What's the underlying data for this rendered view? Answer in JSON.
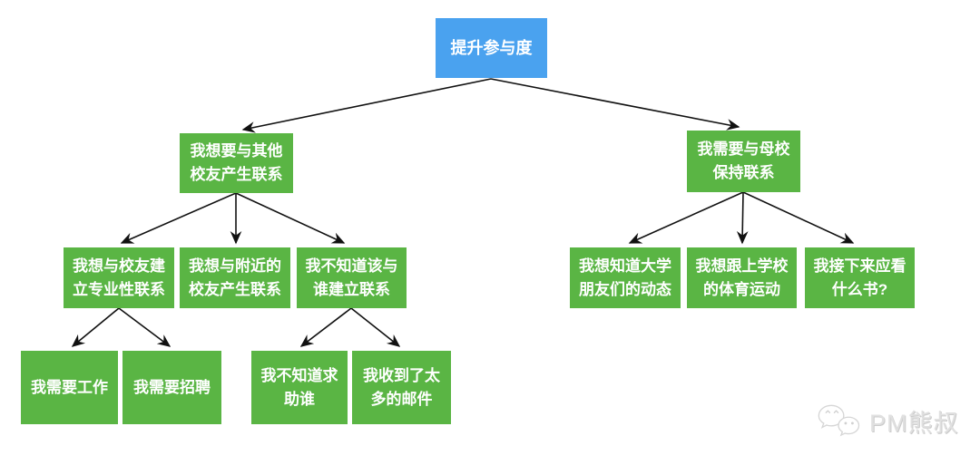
{
  "diagram": {
    "title": "提升参与度",
    "colors": {
      "root_fill": "#4aa2ef",
      "node_fill": "#5ab544",
      "node_text": "#ffffff",
      "arrow": "#111111"
    },
    "tree": {
      "label": "提升参与度",
      "children": [
        {
          "label": "我想要与其他校友产生联系",
          "children": [
            {
              "label": "我想与校友建立专业性联系",
              "children": [
                {
                  "label": "我需要工作"
                },
                {
                  "label": "我需要招聘"
                }
              ]
            },
            {
              "label": "我想与附近的校友产生联系"
            },
            {
              "label": "我不知道该与谁建立联系",
              "children": [
                {
                  "label": "我不知道求助谁"
                },
                {
                  "label": "我收到了太多的邮件"
                }
              ]
            }
          ]
        },
        {
          "label": "我需要与母校保持联系",
          "children": [
            {
              "label": "我想知道大学朋友们的动态"
            },
            {
              "label": "我想跟上学校的体育运动"
            },
            {
              "label": "我接下来应看什么书?"
            }
          ]
        }
      ]
    }
  },
  "watermark": {
    "icon": "wechat-icon",
    "brand": "PM熊叔"
  }
}
